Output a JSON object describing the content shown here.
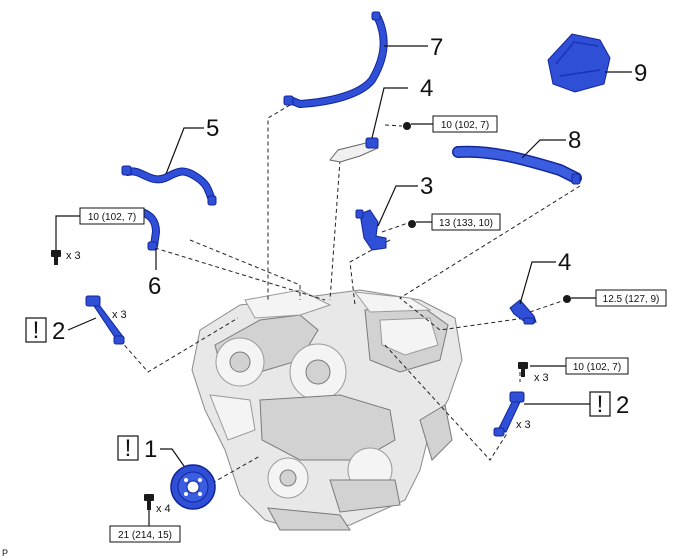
{
  "callouts": {
    "p1": "1",
    "p2a": "2",
    "p2b": "2",
    "p3": "3",
    "p4a": "4",
    "p4b": "4",
    "p5": "5",
    "p6": "6",
    "p7": "7",
    "p8": "8",
    "p9": "9"
  },
  "torques": {
    "t_bracket_top": "10 (102, 7)",
    "t_part3": "13 (133, 10)",
    "t_left_plug": "10 (102, 7)",
    "t_bracket_right": "12.5 (127, 9)",
    "t_right_plug": "10 (102, 7)",
    "t_pulley": "21 (214, 15)"
  },
  "quantities": {
    "q_left_bolt": "x 3",
    "q_left_coil": "x 3",
    "q_right_bolt": "x 3",
    "q_right_coil": "x 3",
    "q_pulley_bolt": "x 4"
  },
  "notice_symbol": "!",
  "corner_label": "P",
  "colors": {
    "part_blue": "#2e4fd6",
    "engine_gray": "#e8e8e8"
  }
}
